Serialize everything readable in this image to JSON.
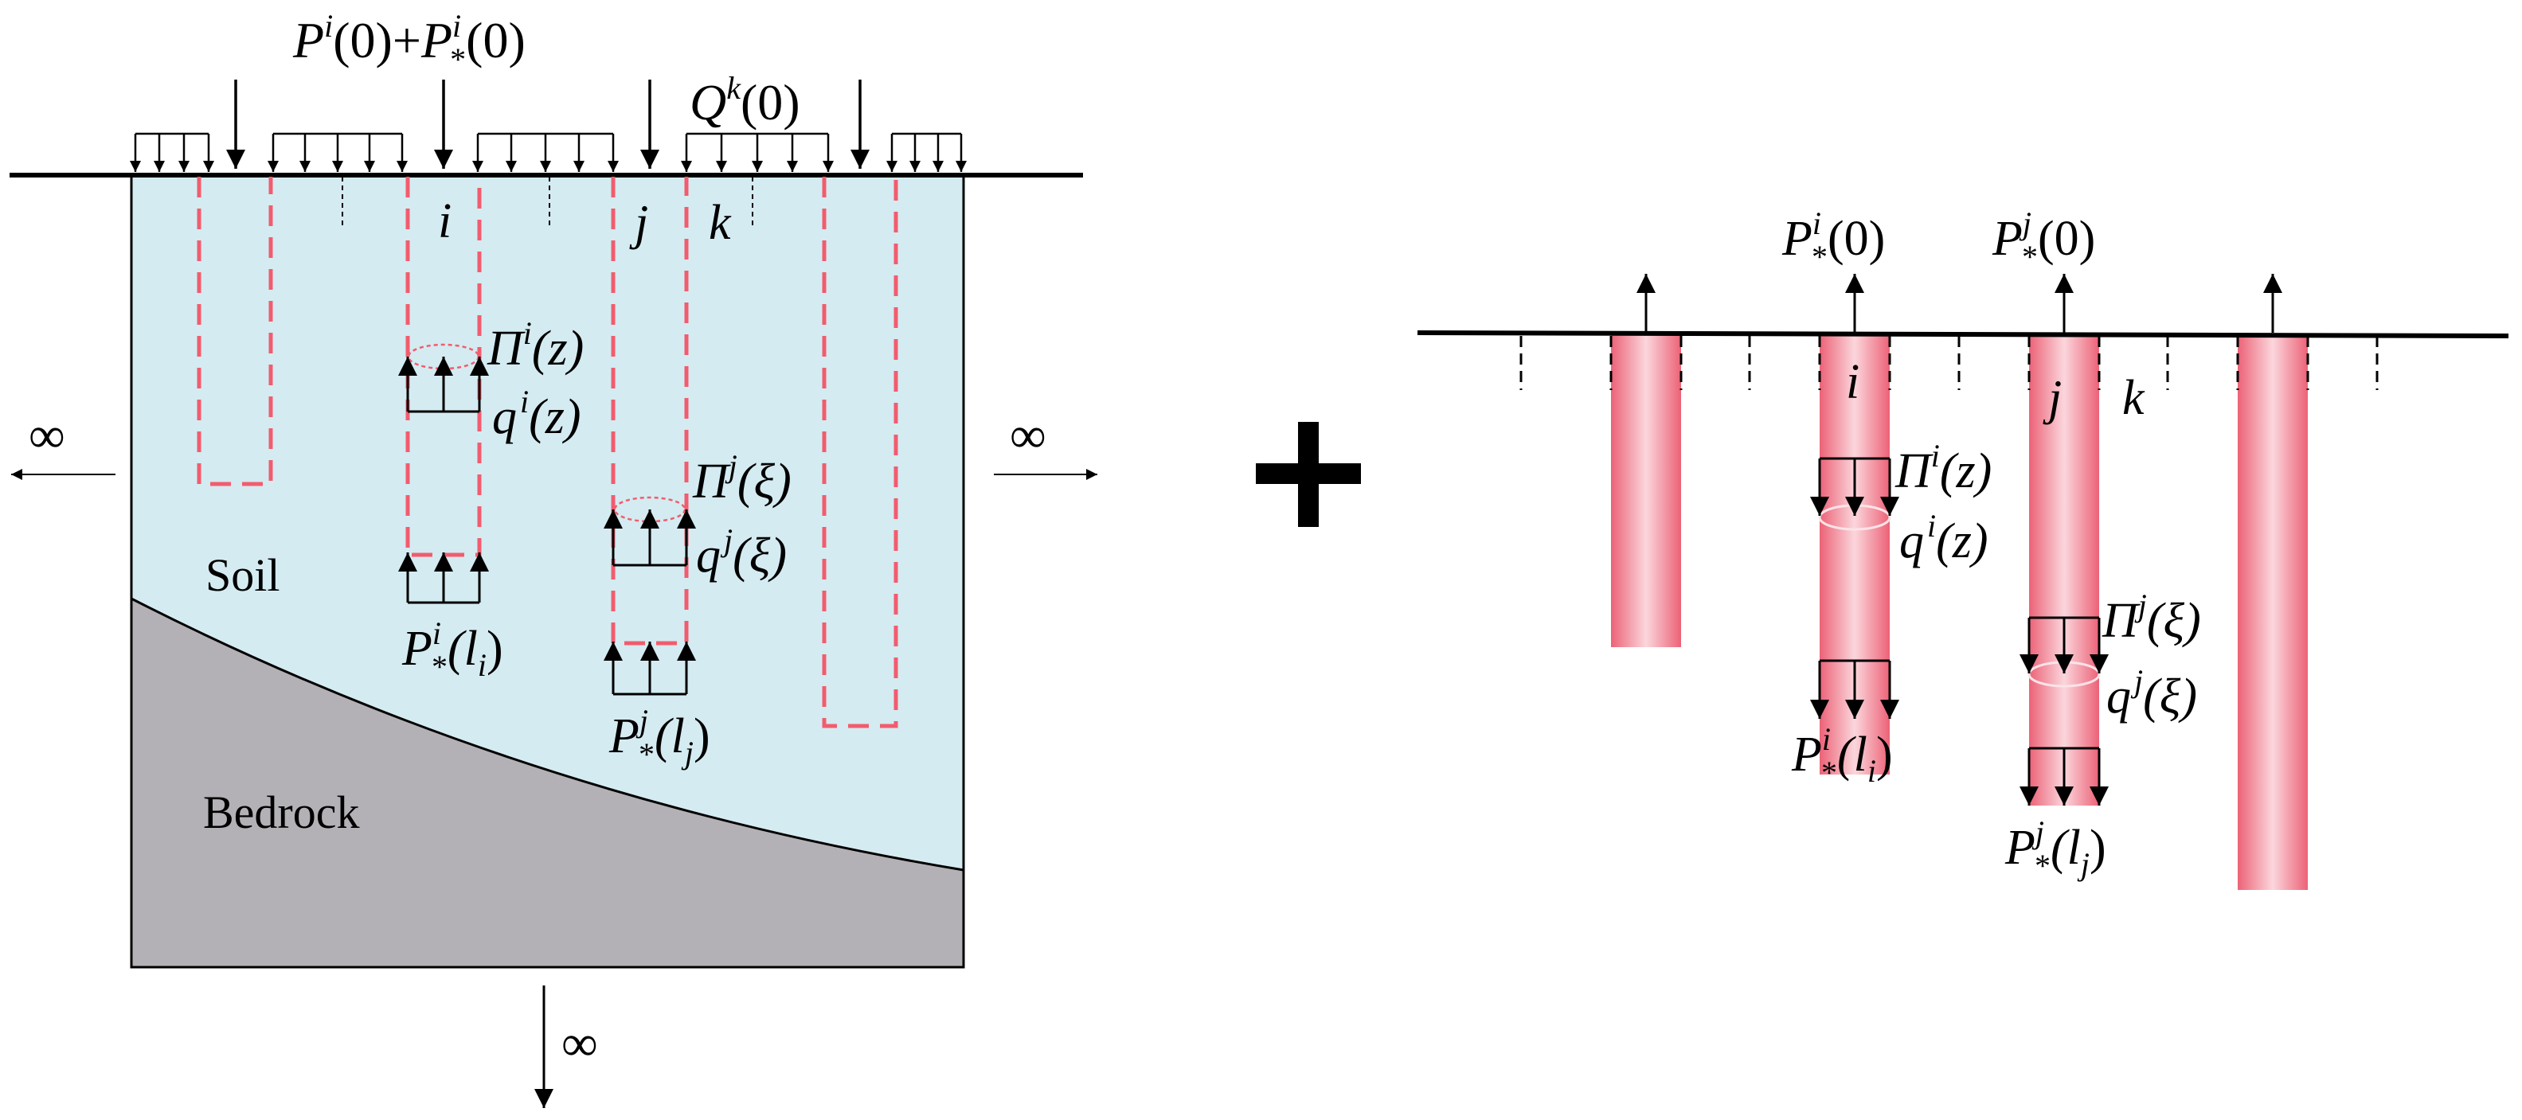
{
  "colors": {
    "soil": "#d4ebf1",
    "bedrock": "#b3b1b5",
    "pile_outline": "#f25c6e",
    "pile_fill_edge": "#ec6277",
    "pile_fill_center": "#fbd6dc",
    "ink": "#000000",
    "plus": "#000000"
  },
  "labels": {
    "infinity": "∞",
    "plus_sign": "+",
    "soil": "Soil",
    "bedrock": "Bedrock",
    "pile_i": "i",
    "pile_j": "j",
    "pile_k": "k",
    "P": "P",
    "Q": "Q",
    "Pi": "Π",
    "q": "q",
    "sup_i": "i",
    "sup_j": "j",
    "sup_k": "k",
    "sub_star": "*",
    "sub_i": "i",
    "sub_j": "j",
    "arg_0": "(0)",
    "arg_z": "(z)",
    "arg_xi": "(ξ)",
    "plus_between": "+",
    "arg_l_open": "(l",
    "arg_close": ")"
  }
}
